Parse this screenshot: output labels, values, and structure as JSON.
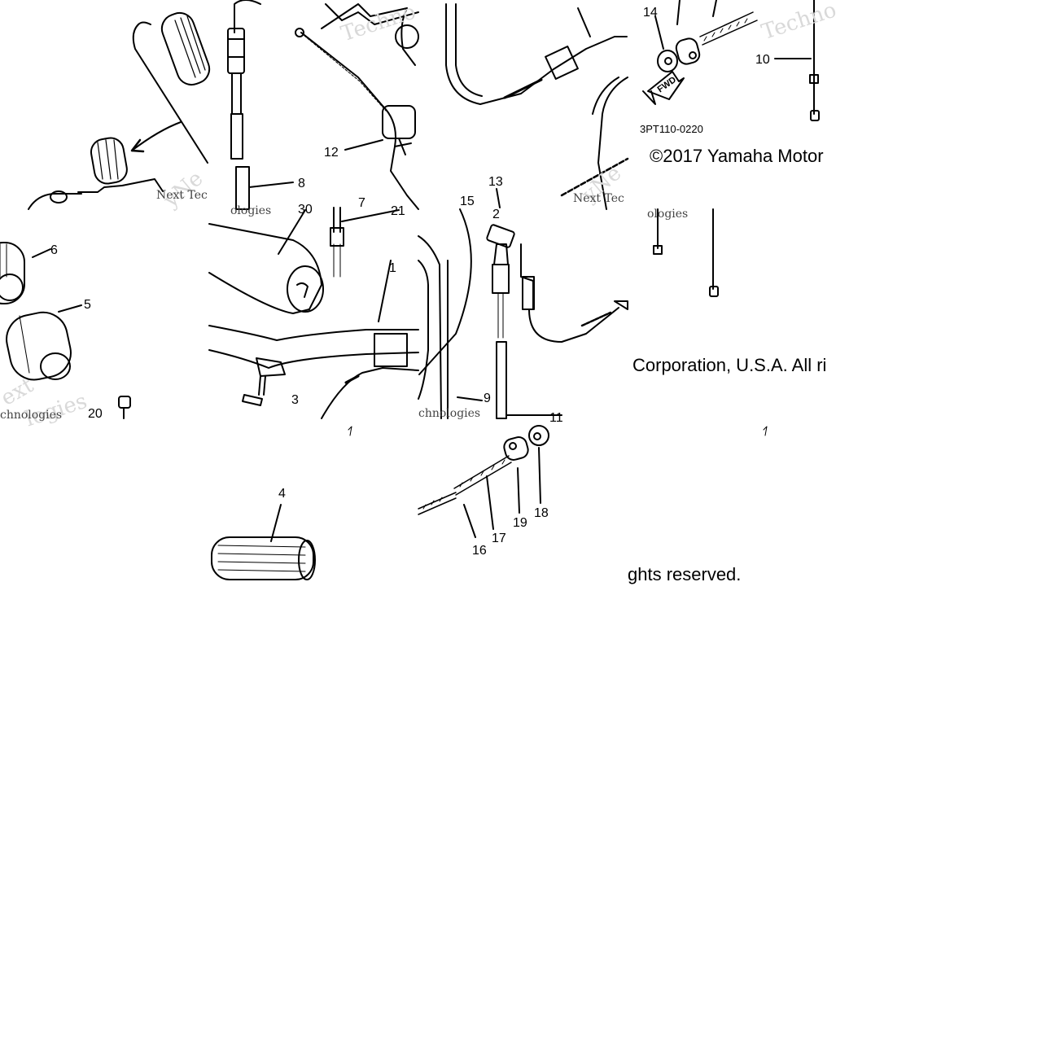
{
  "diagram": {
    "part_labels": [
      "1",
      "2",
      "3",
      "4",
      "5",
      "6",
      "7",
      "8",
      "9",
      "10",
      "11",
      "12",
      "13",
      "14",
      "15",
      "16",
      "17",
      "18",
      "19",
      "20",
      "21"
    ],
    "drawing_code": "3PT110-0220",
    "fwd_label": "FWD",
    "partial_labels": {
      "row2_left_30": "30",
      "row2_left_3": "3",
      "row4_left_9": "9",
      "row3_right_21": "21"
    },
    "watermarks": {
      "techno_1": "Techno",
      "techno_2": "Techno",
      "next_tec_1": "Next Tec",
      "next_tec_2": "Next Tec",
      "ologies_1": "ologies",
      "ologies_2": "ologies",
      "chnologies_1": "chnologies",
      "chnologies_2": "chnologies",
      "ext": "ext",
      "logies": "logies",
      "ynext": "yNe",
      "ynext2": "yNe"
    }
  },
  "copyright": {
    "line1": "©2017 Yamaha Motor",
    "line2": "Corporation, U.S.A. All ri",
    "line3": "ghts reserved."
  }
}
